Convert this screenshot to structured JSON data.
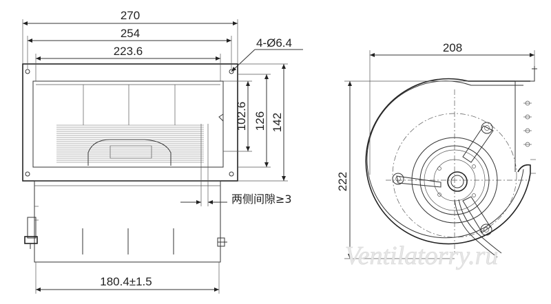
{
  "dimensions": {
    "overall_width": "270",
    "mount_hole_span": "254",
    "inlet_width": "223.6",
    "hole_callout": "4-Ø6.4",
    "outlet_height": "102.6",
    "frame_height_inner": "126",
    "frame_height_outer": "142",
    "side_clearance": "两侧间隙≥3",
    "motor_span": "180.4±1.5",
    "side_width": "208",
    "side_height": "222"
  },
  "watermark": "Ventilatorry.ru"
}
